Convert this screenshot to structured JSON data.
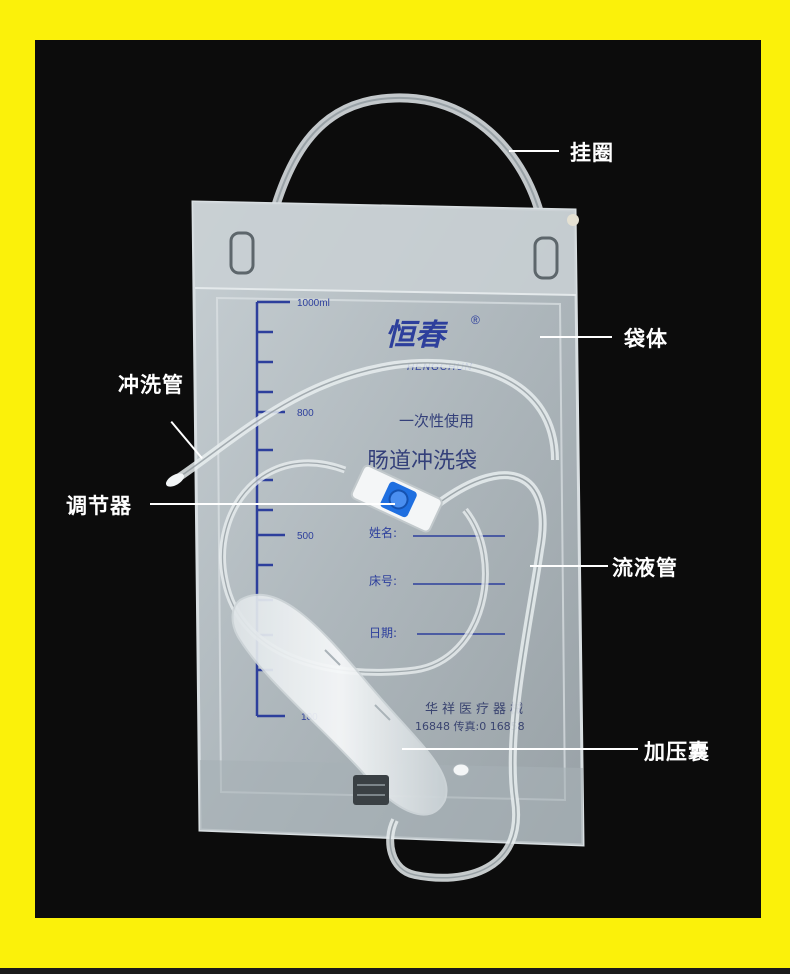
{
  "photo": {
    "brand_name": "恒春",
    "brand_registered_mark": "®",
    "brand_pinyin": "HENGCHUN",
    "product_line1": "一次性使用",
    "product_line2": "肠道冲洗袋",
    "scale": {
      "top": "1000ml",
      "mid": "800",
      "low": "500",
      "bottom": "100"
    },
    "form_fields": {
      "name": "姓名:",
      "bed": "床号:",
      "date": "日期:"
    },
    "maker_text": "华祥医疗器械",
    "phone_text": "16848 传真:0 16858"
  },
  "callouts": {
    "hanging_loop": "挂圈",
    "bag_body": "袋体",
    "flush_tube": "冲洗管",
    "regulator": "调节器",
    "drain_tube": "流液管",
    "pressure_bulb": "加压囊"
  },
  "colors": {
    "frame": "#fbf10a",
    "photo_bg": "#0c0c0c",
    "bag": "#b9c2c6",
    "print_blue": "#2d3f9c",
    "clamp_blue": "#1f6fe0"
  }
}
